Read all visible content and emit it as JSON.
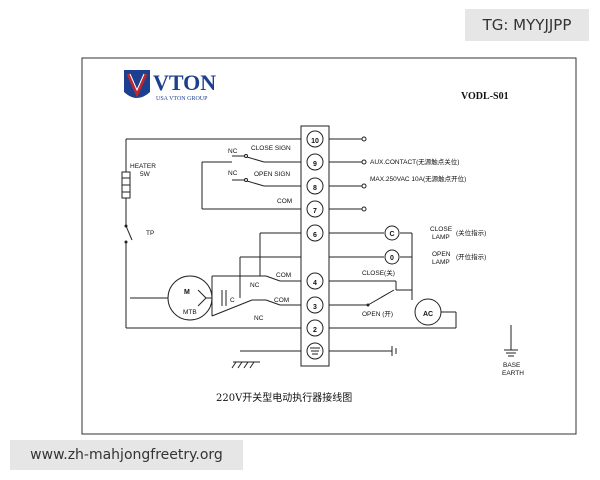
{
  "watermark_tag": "TG: MYYJJPP",
  "watermark_url": "www.zh-mahjongfreetry.org",
  "logo": {
    "brand": "VTON",
    "sub": "USA VTON GROUP"
  },
  "model": "VODL-S01",
  "caption": "220V开关型电动执行器接线图",
  "terminals": [
    "10",
    "9",
    "8",
    "7",
    "6",
    "4",
    "3",
    "2"
  ],
  "labels": {
    "heater": "HEATER",
    "heater_watts": "5W",
    "tp": "TP",
    "nc": "NC",
    "close_sign": "CLOSE SIGN",
    "open_sign": "OPEN SIGN",
    "com": "COM",
    "aux": "AUX.CONTACT(无源触点关位)",
    "max": "MAX.250VAC 10A(无源触点开位)",
    "close_lamp_1": "CLOSE",
    "close_lamp_2": "LAMP",
    "close_lamp_note": "(关位指示)",
    "open_lamp_1": "OPEN",
    "open_lamp_2": "LAMP",
    "open_lamp_note": "(开位指示)",
    "lamp_c": "C",
    "lamp_o": "0",
    "close_switch": "CLOSE(关)",
    "open_switch": "OPEN (开)",
    "ac": "AC",
    "motor": "M",
    "mtb": "MTB",
    "cap": "C",
    "base": "BASE",
    "earth": "EARTH"
  },
  "colors": {
    "brand_blue": "#1d3f8f",
    "brand_red": "#c0272d",
    "line": "#222222"
  }
}
